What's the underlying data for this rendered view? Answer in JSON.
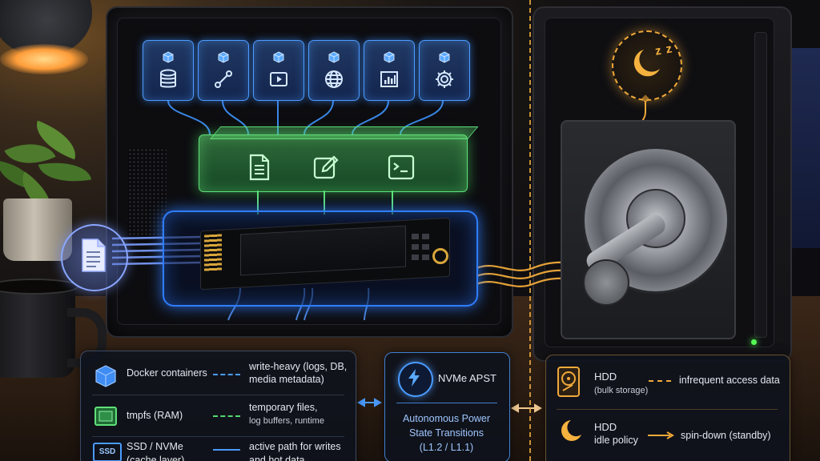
{
  "legend": {
    "docker": {
      "label": "Docker containers",
      "desc": "write-heavy (logs, DB, media metadata)",
      "color": "#4a9bff"
    },
    "tmpfs": {
      "label": "tmpfs (RAM)",
      "desc_line1": "temporary files,",
      "desc_line2": "log buffers, runtime",
      "color": "#55d86f"
    },
    "ssd": {
      "label_line1": "SSD / NVMe",
      "label_line2": "(cache layer)",
      "desc_line1": "active path for writes",
      "desc_line2": "and hot data",
      "icon_text": "SSD",
      "color": "#4a9bff"
    }
  },
  "apst": {
    "title": "NVMe APST",
    "line1": "Autonomous Power",
    "line2": "State Transitions",
    "line3": "(L1.2 / L1.1)"
  },
  "hdd": {
    "bulk": {
      "title": "HDD",
      "subtitle": "(bulk storage)",
      "desc": "infrequent access data"
    },
    "idle": {
      "title": "HDD",
      "subtitle": "idle policy",
      "desc": "spin-down (standby)"
    },
    "accent": "#f0a93a"
  },
  "sleep_glyph": "z z",
  "icons": [
    "database-icon",
    "share-icon",
    "play-icon",
    "globe-icon",
    "chart-icon",
    "gear-icon",
    "file-icon",
    "edit-icon",
    "terminal-icon",
    "moon-icon",
    "lightning-icon",
    "cube-icon",
    "ram-icon"
  ]
}
